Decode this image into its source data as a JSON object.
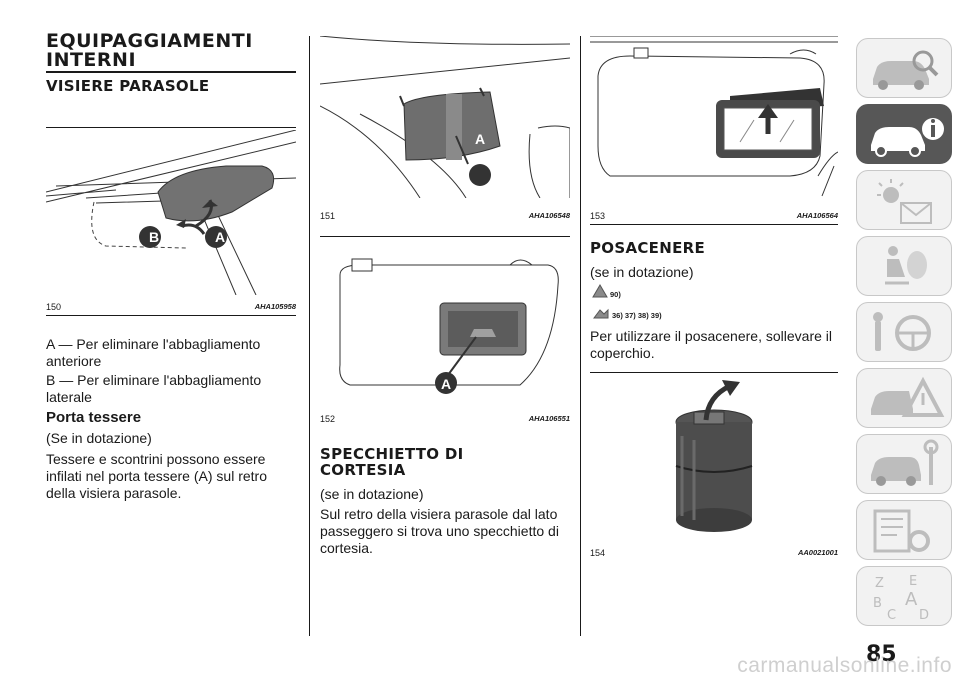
{
  "col1": {
    "title_line1": "EQUIPAGGIAMENTI",
    "title_line2": "INTERNI",
    "section": "VISIERE PARASOLE",
    "fig": {
      "number": "150",
      "code": "AHA105958",
      "label_b": "B",
      "label_a": "A"
    },
    "item_a": "A — Per eliminare l'abbagliamento anteriore",
    "item_b": "B — Per eliminare l'abbagliamento laterale",
    "subheading": "Porta tessere",
    "availability": "(Se in dotazione)",
    "paragraph": "Tessere e scontrini possono essere infilati nel porta tessere (A) sul retro della visiera parasole."
  },
  "col2": {
    "fig1": {
      "number": "151",
      "code": "AHA106548",
      "label": "A"
    },
    "fig2": {
      "number": "152",
      "code": "AHA106551",
      "label": "A"
    },
    "section_line1": "SPECCHIETTO DI",
    "section_line2": "CORTESIA",
    "availability": "(se in dotazione)",
    "paragraph": "Sul retro della visiera parasole dal lato passeggero si trova uno specchietto di cortesia."
  },
  "col3": {
    "fig1": {
      "number": "153",
      "code": "AHA106564"
    },
    "section": "POSACENERE",
    "availability": "(se in dotazione)",
    "note1": "90)",
    "note2": "36) 37) 38) 39)",
    "paragraph": "Per utilizzare il posacenere, sollevare il coperchio.",
    "fig2": {
      "number": "154",
      "code": "AA0021001"
    }
  },
  "page_number": "85",
  "watermark": "carmanualsonline.info",
  "tabs": [
    {
      "icon": "car-search-icon",
      "active": false
    },
    {
      "icon": "car-info-icon",
      "active": true
    },
    {
      "icon": "warning-light-icon",
      "active": false
    },
    {
      "icon": "airbag-seat-icon",
      "active": false
    },
    {
      "icon": "steering-key-icon",
      "active": false
    },
    {
      "icon": "breakdown-triangle-icon",
      "active": false
    },
    {
      "icon": "car-wrench-icon",
      "active": false
    },
    {
      "icon": "specs-gear-icon",
      "active": false
    },
    {
      "icon": "alphabet-index-icon",
      "active": false
    }
  ],
  "colors": {
    "active_tab": "#575757",
    "text": "#1a1a1a",
    "figure_gray": "#6e6e6e"
  }
}
